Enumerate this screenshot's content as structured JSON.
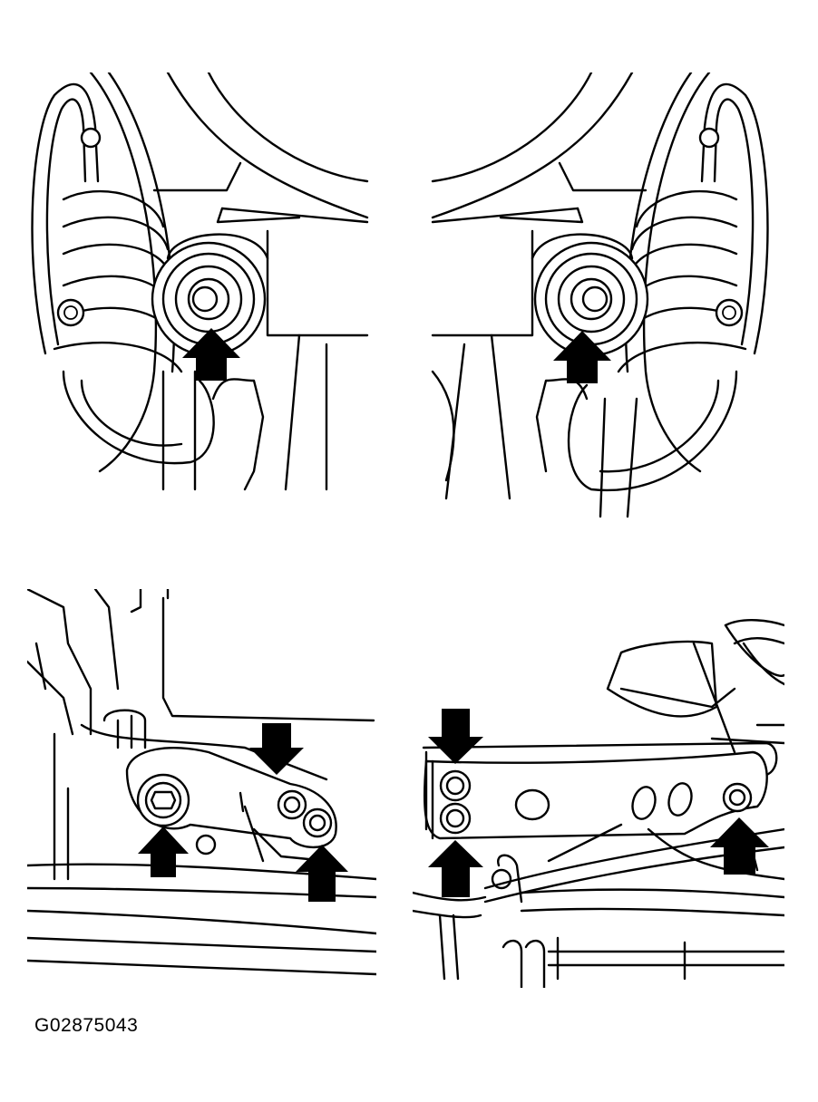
{
  "figure": {
    "id_label": "G02875043"
  },
  "panels": [
    {
      "key": "top-left",
      "arrows": 1
    },
    {
      "key": "top-right",
      "arrows": 1
    },
    {
      "key": "bottom-left",
      "arrows": 3
    },
    {
      "key": "bottom-right",
      "arrows": 3
    }
  ],
  "colors": {
    "ink": "#000000",
    "paper": "#ffffff"
  }
}
